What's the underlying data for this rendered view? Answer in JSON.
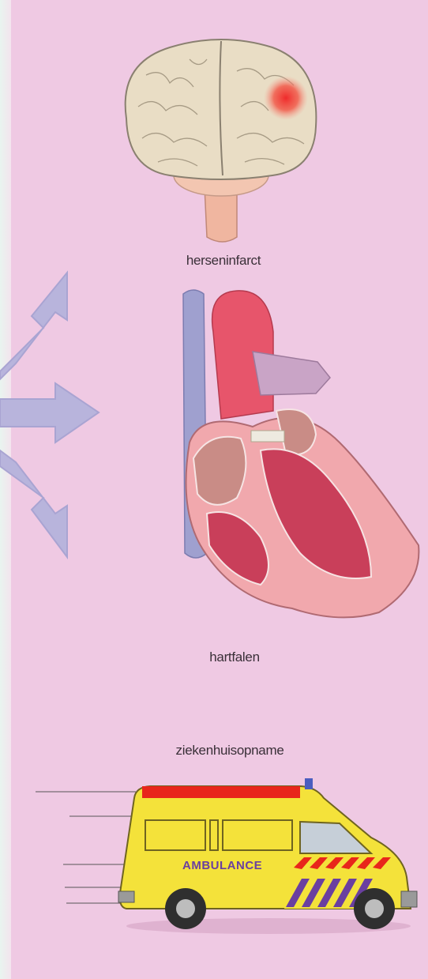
{
  "colors": {
    "background": "#efc9e3",
    "arrows": "#b8b4dc",
    "brain": "#e8dcc4",
    "infarct": "#ef2b2b",
    "heart": "#e45a6e",
    "ambulance_body": "#f4e23a"
  },
  "icons": {
    "brain": "brain-icon",
    "heart": "heart-icon",
    "ambulance": "ambulance-icon",
    "arrows": "branching-arrows-icon"
  },
  "labels": {
    "brain": "herseninfarct",
    "heart": "hartfalen",
    "hospital": "ziekenhuisopname",
    "ambulance_text": "AMBULANCE"
  }
}
